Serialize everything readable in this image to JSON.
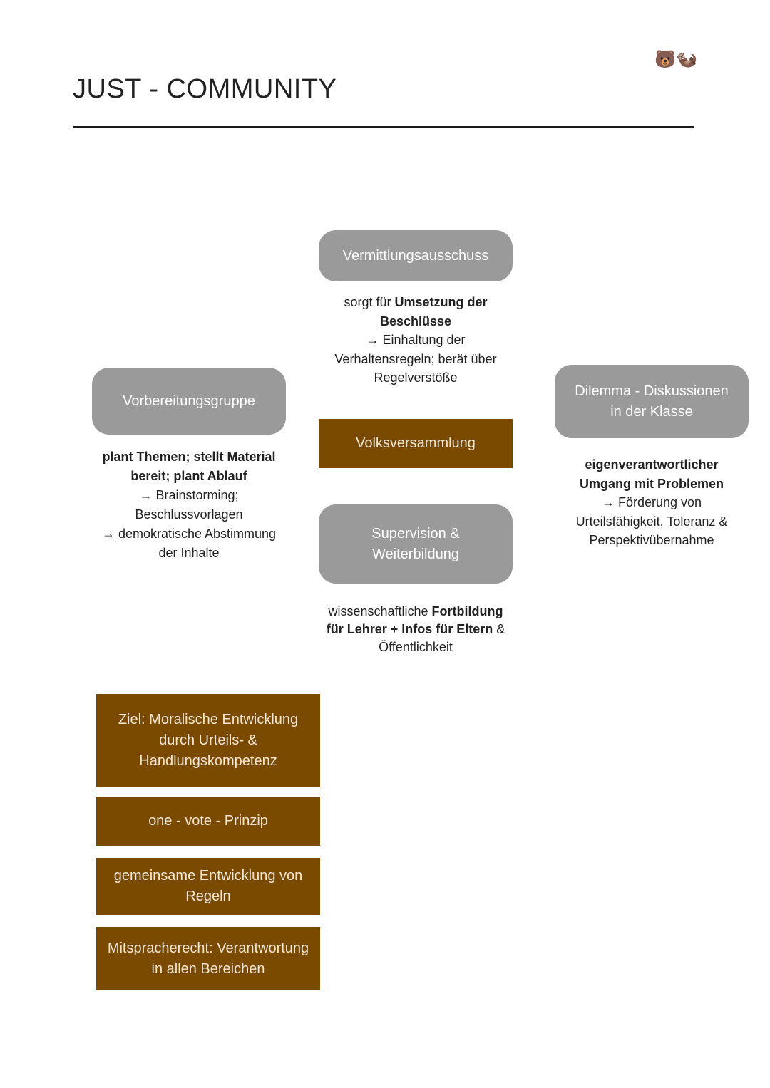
{
  "page": {
    "title": "JUST - COMMUNITY",
    "decorations": {
      "bear_emoji": "🐻",
      "otter_emoji": "🦦"
    }
  },
  "colors": {
    "grey_box": "#9a9a9a",
    "brown_box": "#7a4a00",
    "text": "#222222"
  },
  "nodes": {
    "vermittlung": {
      "label": "Vermittlungsausschuss",
      "desc": {
        "p1": "sorgt für ",
        "b1": "Umsetzung der Beschlüsse",
        "p2": "→ Einhaltung der Verhaltensregeln; berät über Regelverstöße"
      }
    },
    "volksversammlung": {
      "label": "Volksversammlung"
    },
    "supervision": {
      "label_line1": "Supervision &",
      "label_line2": "Weiterbildung",
      "desc": {
        "p1": "wissenschaftliche ",
        "b1": "Fortbildung für Lehrer + Infos für Eltern",
        "p2": " & Öffentlichkeit"
      }
    },
    "vorbereitung": {
      "label": "Vorbereitungsgruppe",
      "desc": {
        "b1": "plant Themen; stellt Material bereit; plant Ablauf",
        "line1": "→ Brainstorming;",
        "line2": "Beschlussvorlagen",
        "line3": "→ demokratische Abstimmung",
        "line4": "der Inhalte"
      }
    },
    "dilemma": {
      "label_line1": "Dilemma - Diskussionen",
      "label_line2": "in der Klasse",
      "desc": {
        "b1": "eigenverantwortlicher Umgang mit Problemen",
        "p2": "→ Förderung von Urteilsfähigkeit, Toleranz & Perspektivübernahme"
      }
    }
  },
  "principles": [
    {
      "line1": "Ziel: Moralische Entwicklung",
      "line2": "durch Urteils- &",
      "line3": "Handlungskompetenz"
    },
    {
      "line1": "one - vote - Prinzip"
    },
    {
      "line1": "gemeinsame Entwicklung von",
      "line2": "Regeln"
    },
    {
      "line1": "Mitspracherecht: Verantwortung",
      "line2": "in allen Bereichen"
    }
  ]
}
